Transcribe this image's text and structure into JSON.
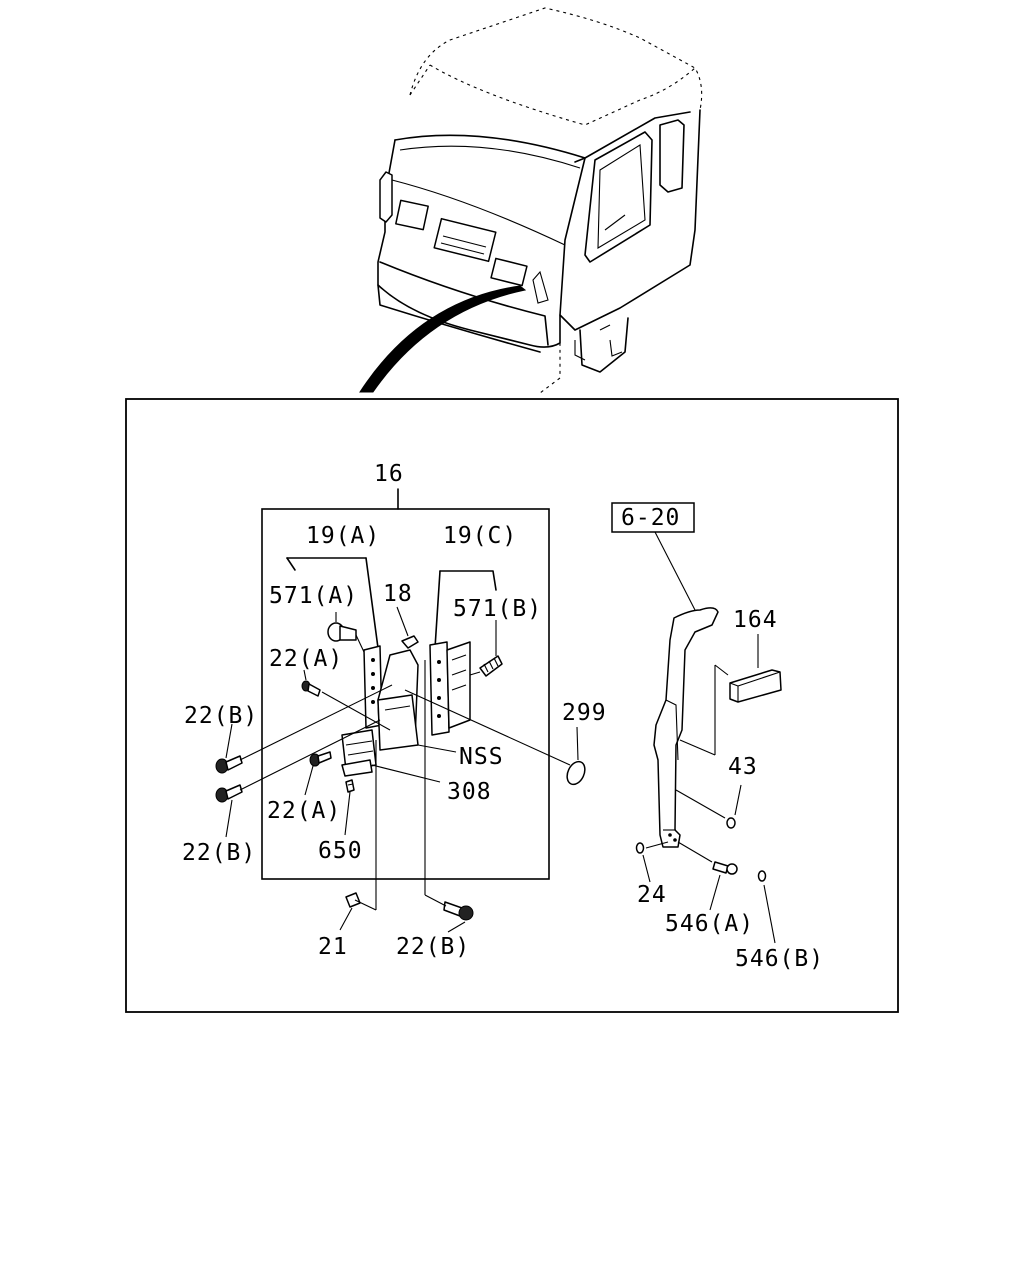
{
  "reference_box": "6-20",
  "labels": {
    "l16": "16",
    "l19a": "19(A)",
    "l19c": "19(C)",
    "l18": "18",
    "l571a": "571(A)",
    "l571b": "571(B)",
    "l22a_top": "22(A)",
    "l22b_top": "22(B)",
    "l22a_bot": "22(A)",
    "l22b_bot": "22(B)",
    "l22b_under": "22(B)",
    "lnss": "NSS",
    "l308": "308",
    "l650": "650",
    "l21": "21",
    "l299": "299",
    "l164": "164",
    "l43": "43",
    "l24": "24",
    "l546a": "546(A)",
    "l546b": "546(B)"
  }
}
